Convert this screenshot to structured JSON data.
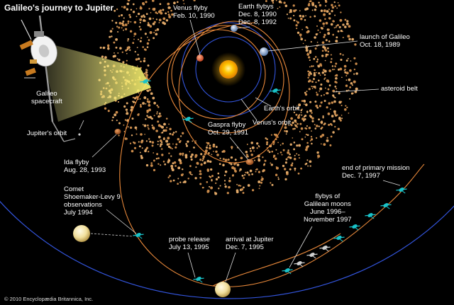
{
  "title": "Galileo's journey to Jupiter",
  "credit": "© 2010 Encyclopædia Britannica, Inc.",
  "labels": {
    "venus_flyby": [
      "Venus flyby",
      "Feb. 10, 1990"
    ],
    "earth_flybys": [
      "Earth flybys",
      "Dec. 8, 1990",
      "Dec. 8, 1992"
    ],
    "launch": [
      "launch of Galileo",
      "Oct. 18, 1989"
    ],
    "asteroid_belt": [
      "asteroid belt"
    ],
    "earth_orbit": [
      "Earth's orbit"
    ],
    "venus_orbit": [
      "Venus's orbit"
    ],
    "gaspra": [
      "Gaspra flyby",
      "Oct. 29, 1991"
    ],
    "spacecraft": [
      "Galileo",
      "spacecraft"
    ],
    "jupiter_orbit": [
      "Jupiter's orbit"
    ],
    "ida": [
      "Ida flyby",
      "Aug. 28, 1993"
    ],
    "comet": [
      "Comet",
      "Shoemaker-Levy 9",
      "observations",
      "July 1994"
    ],
    "probe_release": [
      "probe release",
      "July 13, 1995"
    ],
    "arrival": [
      "arrival at Jupiter",
      "Dec. 7, 1995"
    ],
    "moons": [
      "flybys of",
      "Galilean moons",
      "June 1996–",
      "November 1997"
    ],
    "end_mission": [
      "end of primary mission",
      "Dec. 7, 1997"
    ]
  },
  "colors": {
    "background": "#000000",
    "orbit_blue": "#3355dd",
    "trajectory": "#e8883a",
    "asteroid": "#c98a4a",
    "sun": "#ffb400",
    "spacecraft": "#19c2c8",
    "cone": "#f4ef7a"
  }
}
